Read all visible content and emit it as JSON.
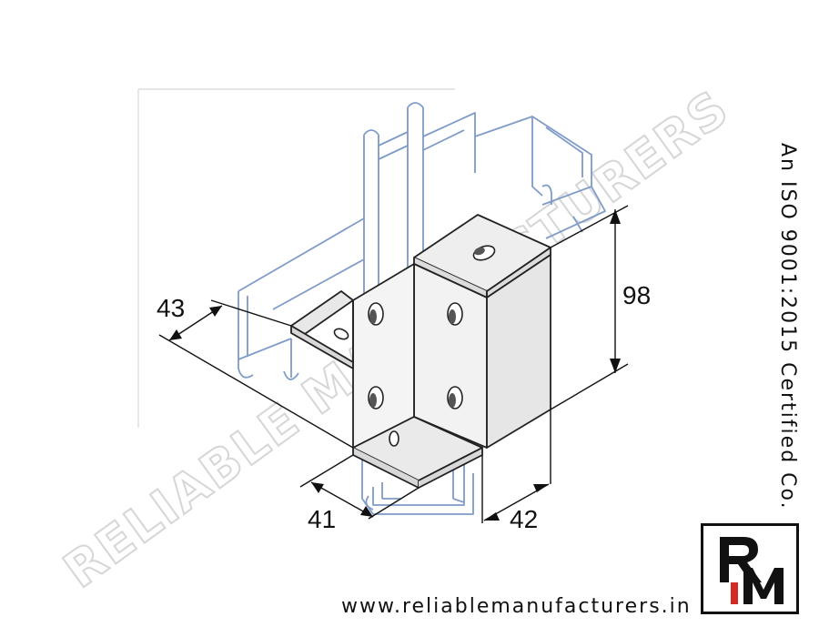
{
  "dimensions": {
    "height": "98",
    "width_left": "43",
    "flange_front": "41",
    "flange_right": "42"
  },
  "watermark_text": "RELIABLE MANUFACTURERS",
  "certification": "An ISO 9001:2015 Certified Co.",
  "website": "www.reliablemanufacturers.in",
  "logo": {
    "letters": "RM",
    "accent_color": "#d42a24"
  },
  "colors": {
    "channel_outline": "#7f9bc8",
    "bracket_fill": "#eeeeee",
    "bracket_outline": "#222222"
  }
}
